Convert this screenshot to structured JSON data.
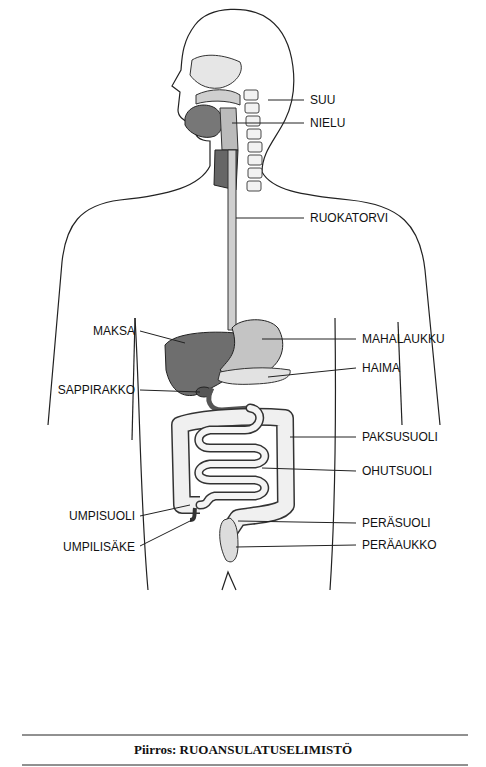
{
  "diagram": {
    "caption": "Piirros: RUOANSULATUSELIMISTÖ",
    "labels": [
      "SUU",
      "NIELU",
      "RUOKATORVI",
      "MAKSA",
      "MAHALAUKKU",
      "HAIMA",
      "SAPPIRAKKO",
      "PAKSUSUOLI",
      "OHUTSUOLI",
      "UMPISUOLI",
      "PERÄSUOLI",
      "UMPILISÄKE",
      "PERÄAUKKO"
    ]
  }
}
